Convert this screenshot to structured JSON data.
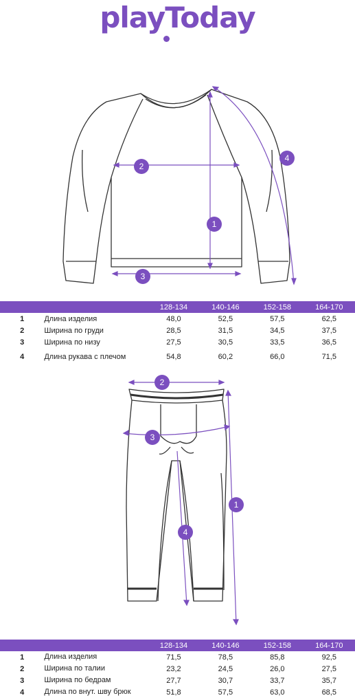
{
  "brand": {
    "logo_text": "playToday",
    "accent_color": "#7b4fbf"
  },
  "top_diagram": {
    "markers": [
      "1",
      "2",
      "3",
      "4"
    ]
  },
  "bottom_diagram": {
    "markers": [
      "1",
      "2",
      "3",
      "4"
    ]
  },
  "table_top": {
    "headers": [
      "",
      "",
      "128-134",
      "140-146",
      "152-158",
      "164-170"
    ],
    "rows": [
      {
        "num": "1",
        "label": "Длина изделия",
        "values": [
          "48,0",
          "52,5",
          "57,5",
          "62,5"
        ]
      },
      {
        "num": "2",
        "label": "Ширина по груди",
        "values": [
          "28,5",
          "31,5",
          "34,5",
          "37,5"
        ]
      },
      {
        "num": "3",
        "label": "Ширина по низу",
        "values": [
          "27,5",
          "30,5",
          "33,5",
          "36,5"
        ]
      },
      {
        "num": "4",
        "label": "Длина рукава с плечом",
        "values": [
          "54,8",
          "60,2",
          "66,0",
          "71,5"
        ]
      }
    ]
  },
  "table_bottom": {
    "headers": [
      "",
      "",
      "128-134",
      "140-146",
      "152-158",
      "164-170"
    ],
    "rows": [
      {
        "num": "1",
        "label": "Длина изделия",
        "values": [
          "71,5",
          "78,5",
          "85,8",
          "92,5"
        ]
      },
      {
        "num": "2",
        "label": "Ширина по талии",
        "values": [
          "23,2",
          "24,5",
          "26,0",
          "27,5"
        ]
      },
      {
        "num": "3",
        "label": "Ширина по бедрам",
        "values": [
          "27,7",
          "30,7",
          "33,7",
          "35,7"
        ]
      },
      {
        "num": "4",
        "label": "Длина по внут. шву брюк",
        "values": [
          "51,8",
          "57,5",
          "63,0",
          "68,5"
        ]
      }
    ]
  }
}
